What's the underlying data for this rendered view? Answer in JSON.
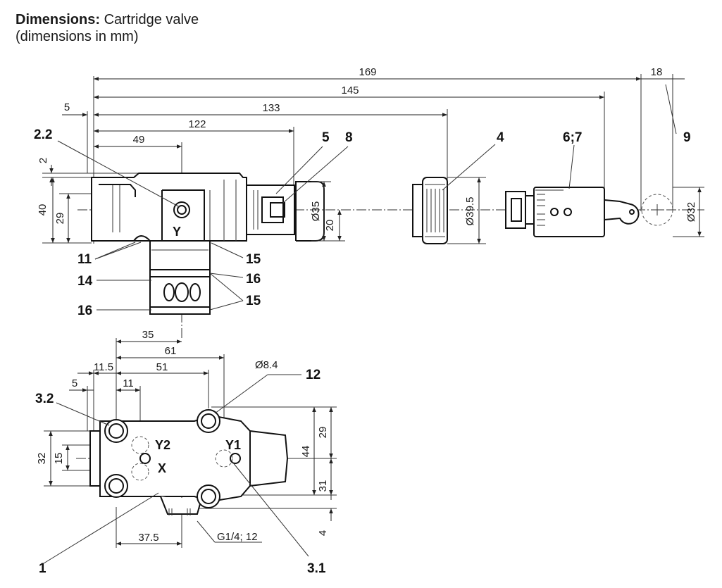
{
  "header": {
    "title_bold": "Dimensions:",
    "title_rest": "Cartridge valve",
    "subtitle": "(dimensions in mm)"
  },
  "dims": {
    "d169": "169",
    "d18": "18",
    "d145": "145",
    "d133": "133",
    "d5a": "5",
    "d122": "122",
    "d49": "49",
    "d2": "2",
    "d40": "40",
    "d29a": "29",
    "o35": "Ø35",
    "d20": "20",
    "o395": "Ø39.5",
    "o32": "Ø32",
    "d35": "35",
    "d61": "61",
    "d115": "11.5",
    "d51": "51",
    "d5b": "5",
    "d11": "11",
    "o84": "Ø8.4",
    "d29b": "29",
    "d44": "44",
    "d32": "32",
    "d15": "15",
    "d31": "31",
    "d4": "4",
    "d375": "37.5",
    "thread": "G1/4; 12"
  },
  "callouts": {
    "c22": "2.2",
    "c5": "5",
    "c8": "8",
    "c4": "4",
    "c67": "6;7",
    "c9": "9",
    "c11": "11",
    "c15a": "15",
    "c16a": "16",
    "c14": "14",
    "c15b": "15",
    "c16b": "16",
    "c12": "12",
    "c32": "3.2",
    "c1": "1",
    "c31": "3.1"
  },
  "labels": {
    "Y": "Y",
    "Y2": "Y2",
    "Y1": "Y1",
    "X": "X"
  }
}
